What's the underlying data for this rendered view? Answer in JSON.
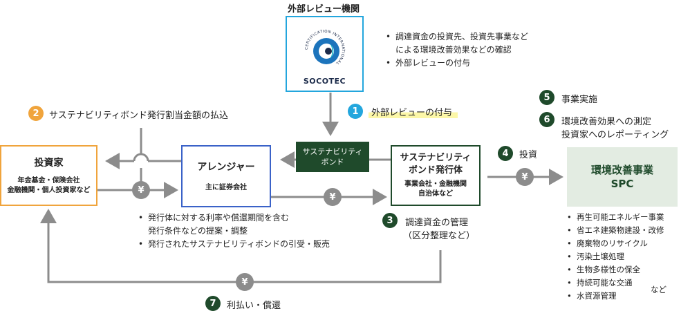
{
  "colors": {
    "orange": "#f0a43c",
    "blue": "#3a62c8",
    "lightblue": "#23a6dd",
    "green": "#1f4a2b",
    "darkgreen": "#1f4a2b",
    "lightgreen": "#e3ece2",
    "highlight": "#fcf7a8",
    "gray": "#8c8c8c"
  },
  "review": {
    "heading": "外部レビュー機関",
    "logo_ring_text": "CERTIFICATION INTERNATIONAL",
    "logo_name": "SOCOTEC",
    "bullets": [
      "調達資金の投資先、投資先事業など",
      "による環境改善効果などの確認",
      "外部レビューの付与"
    ]
  },
  "steps": {
    "s1": {
      "num": "1",
      "text": "外部レビューの付与"
    },
    "s2": {
      "num": "2",
      "text": "サステナビリティボンド発行割当金額の払込"
    },
    "s3": {
      "num": "3",
      "text": "調達資金の管理",
      "text2": "（区分整理など）"
    },
    "s4": {
      "num": "4",
      "text": "投資"
    },
    "s5": {
      "num": "5",
      "text": "事業実施"
    },
    "s6": {
      "num": "6",
      "text": "環境改善効果への測定",
      "text2": "投資家へのレポーティング"
    },
    "s7": {
      "num": "7",
      "text": "利払い・償還"
    }
  },
  "investor": {
    "title": "投資家",
    "sub1": "年金基金・保険会社",
    "sub2": "金融機関・個人投資家など"
  },
  "arranger": {
    "title": "アレンジャー",
    "sub": "主に証券会社",
    "bullets": [
      "発行体に対する利率や償還期間を含む",
      "発行条件などの提案・調整",
      "発行されたサステナビリティボンドの引受・販売"
    ]
  },
  "bond_tag": {
    "line1": "サステナビリティ",
    "line2": "ボンド"
  },
  "issuer": {
    "title1": "サステナビリティ",
    "title2": "ボンド発行体",
    "sub1": "事業会社・金融機関",
    "sub2": "自治体など"
  },
  "spc": {
    "title1": "環境改善事業",
    "title2": "SPC",
    "bullets": [
      "再生可能エネルギー事業",
      "省エネ建築物建設・改修",
      "廃棄物のリサイクル",
      "汚染土壌処理",
      "生物多様性の保全",
      "持続可能な交通",
      "水資源管理"
    ],
    "etc": "など"
  },
  "yen": "¥"
}
